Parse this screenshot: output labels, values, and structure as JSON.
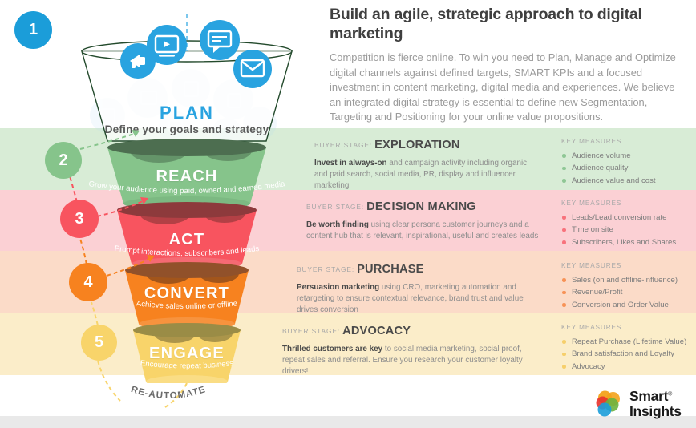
{
  "header": {
    "title": "Build an agile, strategic approach to digital marketing",
    "body": "Competition is fierce online. To win you need to Plan, Manage and Optimize digital channels against defined targets, SMART KPIs and a focused investment in content marketing, digital media and experiences. We believe an integrated digital strategy is essential to define new Segmentation, Targeting and Positioning for your online value propositions."
  },
  "funnel": {
    "steps": [
      "1",
      "2",
      "3",
      "4",
      "5"
    ],
    "stages": [
      {
        "name": "PLAN",
        "caption": "Define your goals and strategy",
        "color": "#29a3e0",
        "step": "1"
      },
      {
        "name": "REACH",
        "caption": "Grow your audience using paid, owned and earned media",
        "color": "#86c48b",
        "step": "2"
      },
      {
        "name": "ACT",
        "caption": "Prompt interactions, subscribers and leads",
        "color": "#f8545f",
        "step": "3"
      },
      {
        "name": "CONVERT",
        "caption": "Achieve sales online or offline",
        "color": "#f7821f",
        "step": "4"
      },
      {
        "name": "ENGAGE",
        "caption": "Encourage repeat business",
        "color": "#f8d46a",
        "step": "5"
      }
    ],
    "loop_label": "RE-AUTOMATE",
    "icons": [
      "megaphone-icon",
      "video-icon",
      "speech-bubble-icon",
      "envelope-icon"
    ]
  },
  "stage_details": [
    {
      "id": "reach",
      "buyer_stage_label": "BUYER STAGE:",
      "buyer_stage_value": "EXPLORATION",
      "desc_bold": "Invest in always-on",
      "desc_rest": " and campaign activity including organic and paid search, social media, PR, display and influencer marketing",
      "measures_title": "KEY MEASURES",
      "measures": [
        "Audience volume",
        "Audience quality",
        "Audience value and cost"
      ],
      "dot_color": "#8fc795",
      "band_color": "#d8ecd6"
    },
    {
      "id": "act",
      "buyer_stage_label": "BUYER STAGE:",
      "buyer_stage_value": "DECISION MAKING",
      "desc_bold": "Be worth finding",
      "desc_rest": " using clear persona customer journeys and a content hub that is relevant, inspirational, useful and creates leads",
      "measures_title": "KEY MEASURES",
      "measures": [
        "Leads/Lead conversion rate",
        "Time on site",
        "Subscribers, Likes and Shares"
      ],
      "dot_color": "#f8727c",
      "band_color": "#fbd0d4"
    },
    {
      "id": "convert",
      "buyer_stage_label": "BUYER STAGE:",
      "buyer_stage_value": "PURCHASE",
      "desc_bold": "Persuasion marketing",
      "desc_rest": " using CRO, marketing automation and retargeting to ensure contextual relevance, brand trust and value drives conversion",
      "measures_title": "KEY MEASURES",
      "measures": [
        "Sales (on and offline-influence)",
        "Revenue/Profit",
        "Conversion and Order Value"
      ],
      "dot_color": "#f79256",
      "band_color": "#fbdbc8"
    },
    {
      "id": "engage",
      "buyer_stage_label": "BUYER STAGE:",
      "buyer_stage_value": "ADVOCACY",
      "desc_bold": "Thrilled customers are key",
      "desc_rest": " to social media marketing, social proof, repeat sales and referral. Ensure you research your customer loyalty drivers!",
      "measures_title": "KEY MEASURES",
      "measures": [
        "Repeat Purchase (Lifetime Value)",
        "Brand satisfaction and Loyalty",
        "Advocacy"
      ],
      "dot_color": "#f6cf6b",
      "band_color": "#fbedc9"
    }
  ],
  "logo": {
    "line1": "Smart",
    "registered": "®",
    "line2": "Insights"
  }
}
